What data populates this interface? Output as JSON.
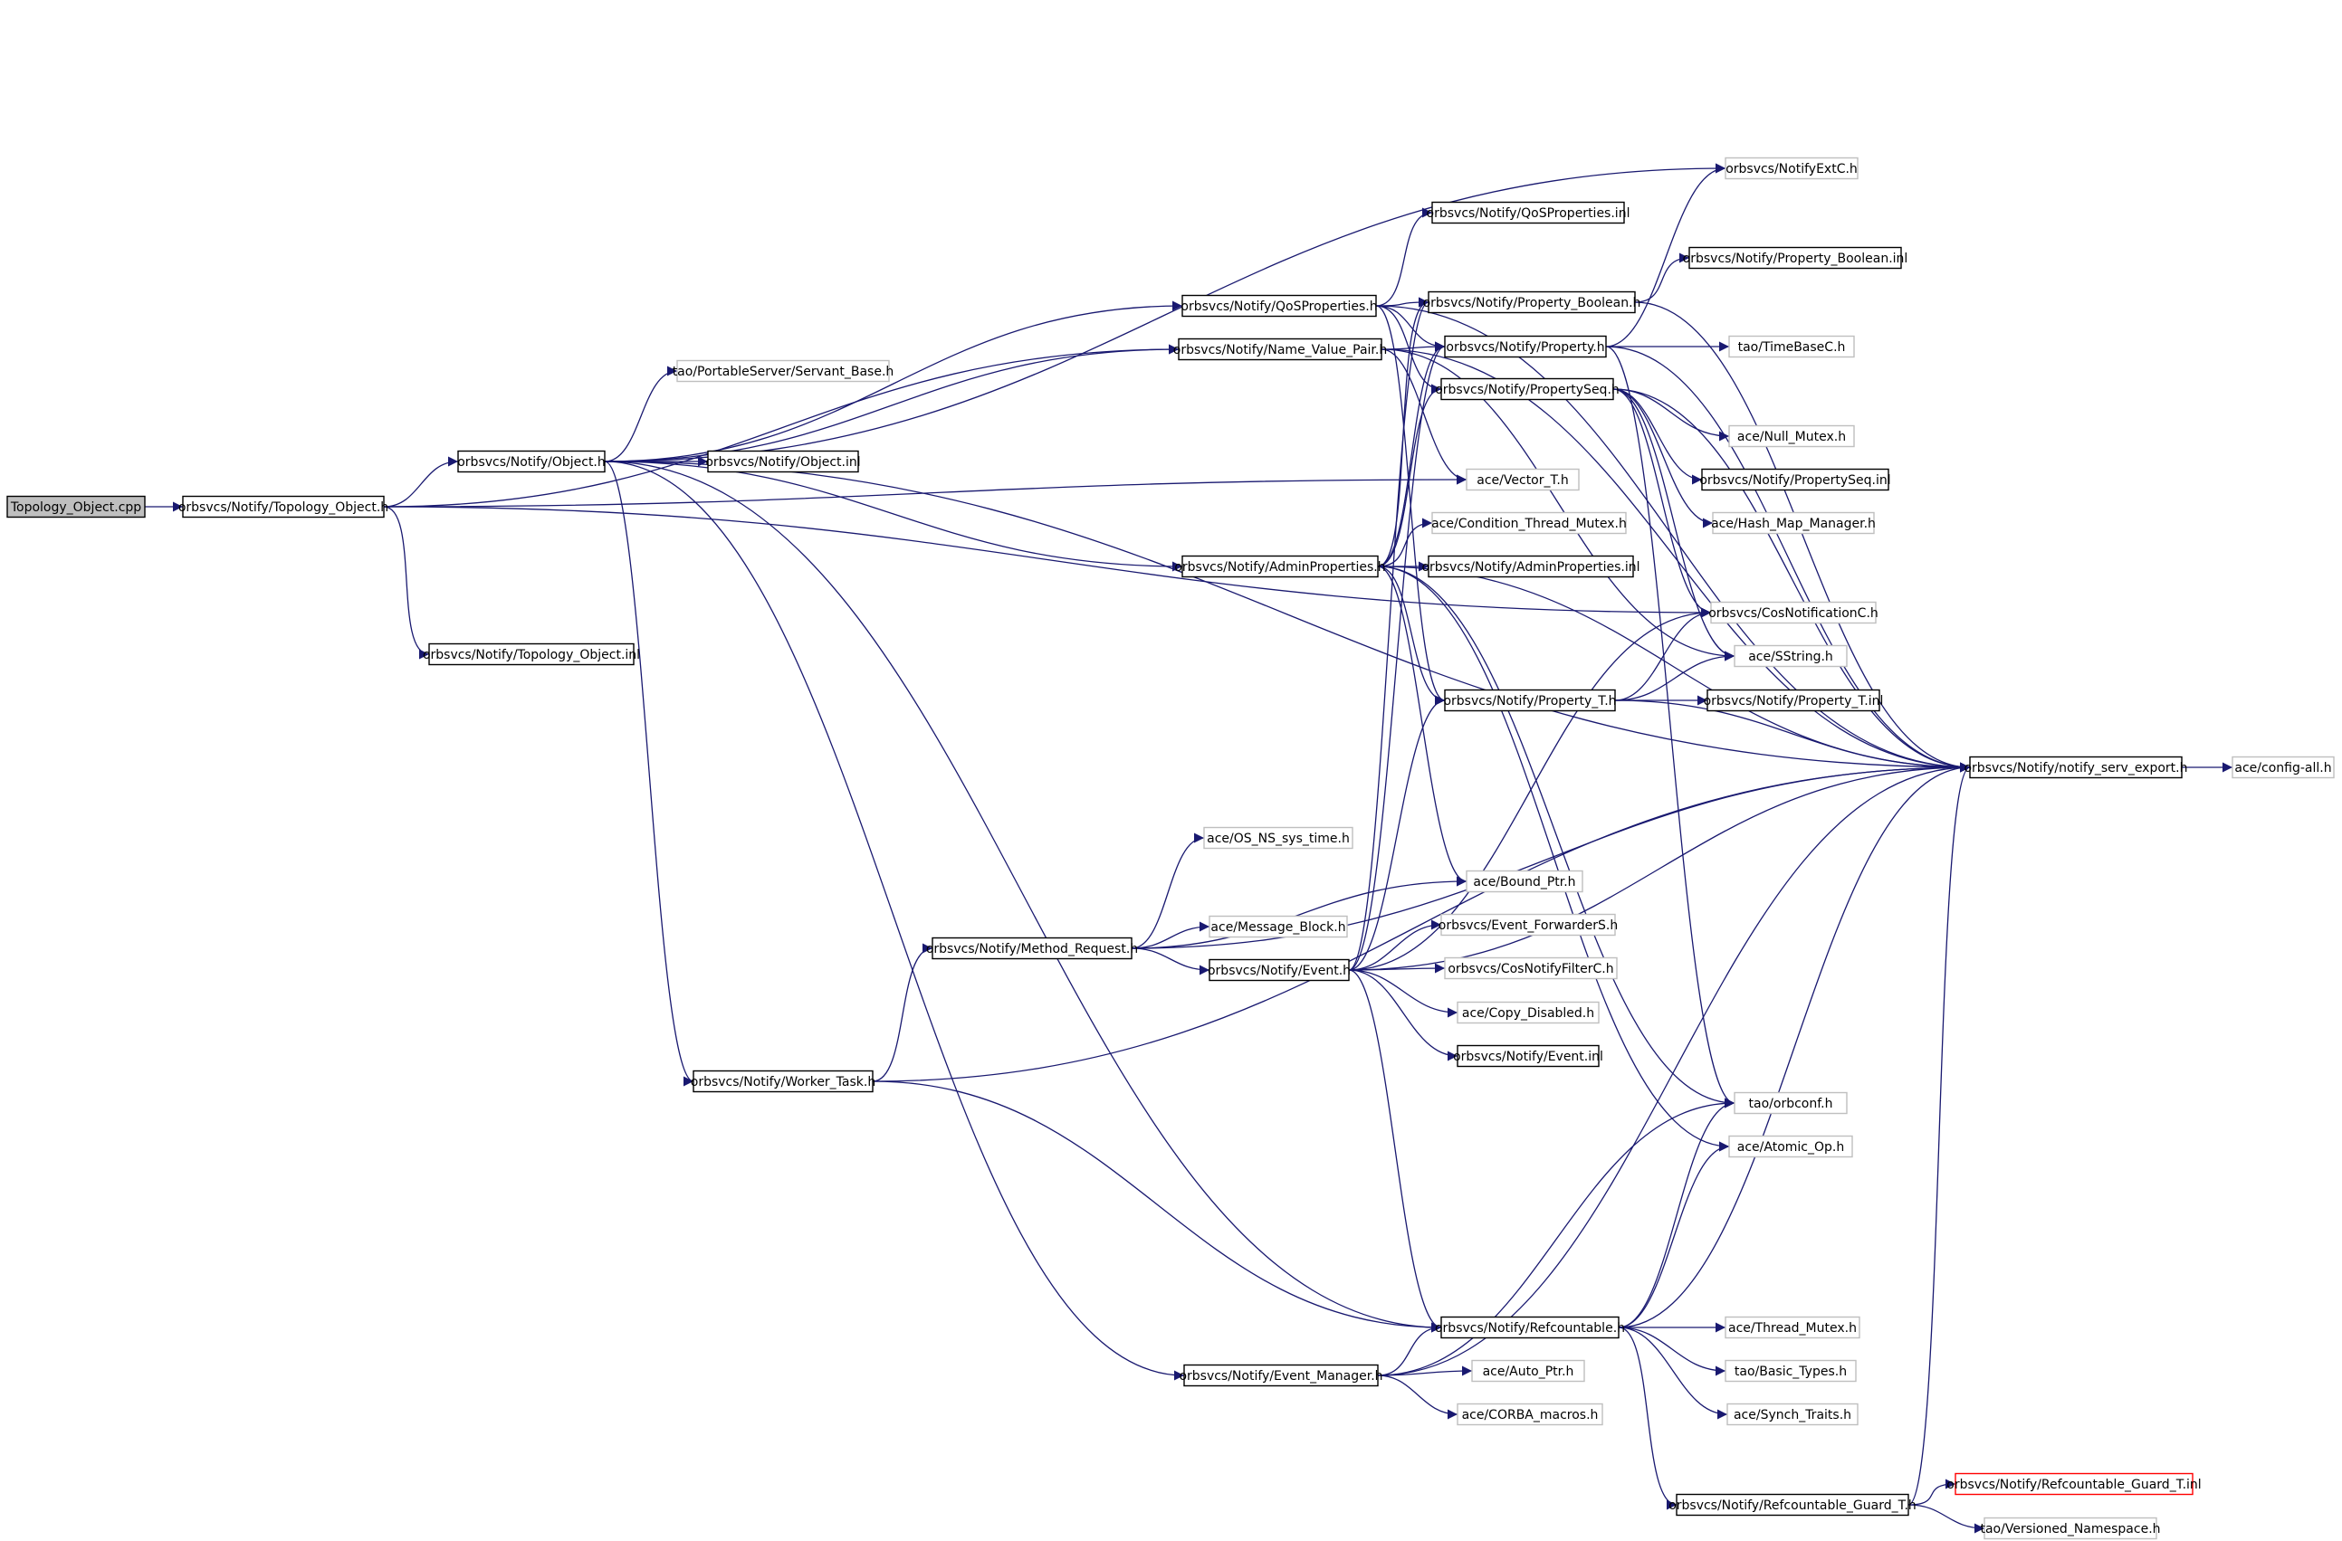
{
  "diagram": {
    "type": "include-dependency-graph",
    "colors": {
      "edge": "#191970",
      "root_fill": "#bfbfbf",
      "documented_border": "#000000",
      "external_border": "#bfbfbf",
      "truncated_border": "#ff0000"
    },
    "nodes": [
      {
        "id": "topology_object_cpp",
        "label": "Topology_Object.cpp",
        "kind": "root"
      },
      {
        "id": "topology_object_h",
        "label": "orbsvcs/Notify/Topology_Object.h",
        "kind": "doc"
      },
      {
        "id": "object_h",
        "label": "orbsvcs/Notify/Object.h",
        "kind": "doc"
      },
      {
        "id": "topology_object_inl",
        "label": "orbsvcs/Notify/Topology_Object.inl",
        "kind": "doc"
      },
      {
        "id": "servant_base_h",
        "label": "tao/PortableServer/Servant_Base.h",
        "kind": "ext"
      },
      {
        "id": "object_inl",
        "label": "orbsvcs/Notify/Object.inl",
        "kind": "doc"
      },
      {
        "id": "qos_properties_h",
        "label": "orbsvcs/Notify/QoSProperties.h",
        "kind": "doc"
      },
      {
        "id": "name_value_pair_h",
        "label": "orbsvcs/Notify/Name_Value_Pair.h",
        "kind": "doc"
      },
      {
        "id": "admin_properties_h",
        "label": "orbsvcs/Notify/AdminProperties.h",
        "kind": "doc"
      },
      {
        "id": "worker_task_h",
        "label": "orbsvcs/Notify/Worker_Task.h",
        "kind": "doc"
      },
      {
        "id": "method_request_h",
        "label": "orbsvcs/Notify/Method_Request.h",
        "kind": "doc"
      },
      {
        "id": "event_manager_h",
        "label": "orbsvcs/Notify/Event_Manager.h",
        "kind": "doc"
      },
      {
        "id": "notify_ext_c_h",
        "label": "orbsvcs/NotifyExtC.h",
        "kind": "ext"
      },
      {
        "id": "qos_properties_inl",
        "label": "orbsvcs/Notify/QoSProperties.inl",
        "kind": "doc"
      },
      {
        "id": "property_boolean_inl",
        "label": "orbsvcs/Notify/Property_Boolean.inl",
        "kind": "doc"
      },
      {
        "id": "property_boolean_h",
        "label": "orbsvcs/Notify/Property_Boolean.h",
        "kind": "doc"
      },
      {
        "id": "property_h",
        "label": "orbsvcs/Notify/Property.h",
        "kind": "doc"
      },
      {
        "id": "property_seq_h",
        "label": "orbsvcs/Notify/PropertySeq.h",
        "kind": "doc"
      },
      {
        "id": "time_base_c_h",
        "label": "tao/TimeBaseC.h",
        "kind": "ext"
      },
      {
        "id": "null_mutex_h",
        "label": "ace/Null_Mutex.h",
        "kind": "ext"
      },
      {
        "id": "property_seq_inl",
        "label": "orbsvcs/Notify/PropertySeq.inl",
        "kind": "doc"
      },
      {
        "id": "vector_t_h",
        "label": "ace/Vector_T.h",
        "kind": "ext"
      },
      {
        "id": "hash_map_manager_h",
        "label": "ace/Hash_Map_Manager.h",
        "kind": "ext"
      },
      {
        "id": "condition_thread_mutex_h",
        "label": "ace/Condition_Thread_Mutex.h",
        "kind": "ext"
      },
      {
        "id": "admin_properties_inl",
        "label": "orbsvcs/Notify/AdminProperties.inl",
        "kind": "doc"
      },
      {
        "id": "cos_notification_c_h",
        "label": "orbsvcs/CosNotificationC.h",
        "kind": "ext"
      },
      {
        "id": "sstring_h",
        "label": "ace/SString.h",
        "kind": "ext"
      },
      {
        "id": "property_t_h",
        "label": "orbsvcs/Notify/Property_T.h",
        "kind": "doc"
      },
      {
        "id": "property_t_inl",
        "label": "orbsvcs/Notify/Property_T.inl",
        "kind": "doc"
      },
      {
        "id": "notify_serv_export_h",
        "label": "orbsvcs/Notify/notify_serv_export.h",
        "kind": "doc"
      },
      {
        "id": "config_all_h",
        "label": "ace/config-all.h",
        "kind": "ext"
      },
      {
        "id": "os_ns_sys_time_h",
        "label": "ace/OS_NS_sys_time.h",
        "kind": "ext"
      },
      {
        "id": "bound_ptr_h",
        "label": "ace/Bound_Ptr.h",
        "kind": "ext"
      },
      {
        "id": "message_block_h",
        "label": "ace/Message_Block.h",
        "kind": "ext"
      },
      {
        "id": "event_forwarder_s_h",
        "label": "orbsvcs/Event_ForwarderS.h",
        "kind": "ext"
      },
      {
        "id": "event_h",
        "label": "orbsvcs/Notify/Event.h",
        "kind": "doc"
      },
      {
        "id": "cos_notify_filter_c_h",
        "label": "orbsvcs/CosNotifyFilterC.h",
        "kind": "ext"
      },
      {
        "id": "copy_disabled_h",
        "label": "ace/Copy_Disabled.h",
        "kind": "ext"
      },
      {
        "id": "event_inl",
        "label": "orbsvcs/Notify/Event.inl",
        "kind": "doc"
      },
      {
        "id": "orbconf_h",
        "label": "tao/orbconf.h",
        "kind": "ext"
      },
      {
        "id": "atomic_op_h",
        "label": "ace/Atomic_Op.h",
        "kind": "ext"
      },
      {
        "id": "refcountable_h",
        "label": "orbsvcs/Notify/Refcountable.h",
        "kind": "doc"
      },
      {
        "id": "thread_mutex_h",
        "label": "ace/Thread_Mutex.h",
        "kind": "ext"
      },
      {
        "id": "auto_ptr_h",
        "label": "ace/Auto_Ptr.h",
        "kind": "ext"
      },
      {
        "id": "basic_types_h",
        "label": "tao/Basic_Types.h",
        "kind": "ext"
      },
      {
        "id": "corba_macros_h",
        "label": "ace/CORBA_macros.h",
        "kind": "ext"
      },
      {
        "id": "synch_traits_h",
        "label": "ace/Synch_Traits.h",
        "kind": "ext"
      },
      {
        "id": "refcountable_guard_t_inl",
        "label": "orbsvcs/Notify/Refcountable_Guard_T.inl",
        "kind": "trunc"
      },
      {
        "id": "refcountable_guard_t_h",
        "label": "orbsvcs/Notify/Refcountable_Guard_T.h",
        "kind": "doc"
      },
      {
        "id": "versioned_namespace_h",
        "label": "tao/Versioned_Namespace.h",
        "kind": "ext"
      }
    ],
    "edges": [
      [
        "topology_object_cpp",
        "topology_object_h"
      ],
      [
        "topology_object_h",
        "object_h"
      ],
      [
        "topology_object_h",
        "topology_object_inl"
      ],
      [
        "topology_object_h",
        "name_value_pair_h"
      ],
      [
        "topology_object_h",
        "vector_t_h"
      ],
      [
        "topology_object_h",
        "cos_notification_c_h"
      ],
      [
        "object_h",
        "servant_base_h"
      ],
      [
        "object_h",
        "object_inl"
      ],
      [
        "object_h",
        "qos_properties_h"
      ],
      [
        "object_h",
        "name_value_pair_h"
      ],
      [
        "object_h",
        "admin_properties_h"
      ],
      [
        "object_h",
        "notify_ext_c_h"
      ],
      [
        "object_h",
        "notify_serv_export_h"
      ],
      [
        "object_h",
        "worker_task_h"
      ],
      [
        "object_h",
        "event_manager_h"
      ],
      [
        "object_h",
        "refcountable_h"
      ],
      [
        "qos_properties_h",
        "qos_properties_inl"
      ],
      [
        "qos_properties_h",
        "property_boolean_h"
      ],
      [
        "qos_properties_h",
        "property_h"
      ],
      [
        "qos_properties_h",
        "property_seq_h"
      ],
      [
        "qos_properties_h",
        "property_t_h"
      ],
      [
        "qos_properties_h",
        "notify_serv_export_h"
      ],
      [
        "name_value_pair_h",
        "property_h"
      ],
      [
        "name_value_pair_h",
        "vector_t_h"
      ],
      [
        "name_value_pair_h",
        "sstring_h"
      ],
      [
        "name_value_pair_h",
        "notify_serv_export_h"
      ],
      [
        "admin_properties_h",
        "admin_properties_inl"
      ],
      [
        "admin_properties_h",
        "condition_thread_mutex_h"
      ],
      [
        "admin_properties_h",
        "property_boolean_h"
      ],
      [
        "admin_properties_h",
        "property_h"
      ],
      [
        "admin_properties_h",
        "property_seq_h"
      ],
      [
        "admin_properties_h",
        "property_t_h"
      ],
      [
        "admin_properties_h",
        "notify_serv_export_h"
      ],
      [
        "admin_properties_h",
        "bound_ptr_h"
      ],
      [
        "admin_properties_h",
        "atomic_op_h"
      ],
      [
        "admin_properties_h",
        "orbconf_h"
      ],
      [
        "property_boolean_h",
        "property_boolean_inl"
      ],
      [
        "property_boolean_h",
        "notify_serv_export_h"
      ],
      [
        "property_h",
        "notify_ext_c_h"
      ],
      [
        "property_h",
        "time_base_c_h"
      ],
      [
        "property_h",
        "notify_serv_export_h"
      ],
      [
        "property_h",
        "orbconf_h"
      ],
      [
        "property_seq_h",
        "null_mutex_h"
      ],
      [
        "property_seq_h",
        "property_seq_inl"
      ],
      [
        "property_seq_h",
        "hash_map_manager_h"
      ],
      [
        "property_seq_h",
        "cos_notification_c_h"
      ],
      [
        "property_seq_h",
        "sstring_h"
      ],
      [
        "property_seq_h",
        "notify_serv_export_h"
      ],
      [
        "property_t_h",
        "property_t_inl"
      ],
      [
        "property_t_h",
        "cos_notification_c_h"
      ],
      [
        "property_t_h",
        "sstring_h"
      ],
      [
        "property_t_h",
        "notify_serv_export_h"
      ],
      [
        "notify_serv_export_h",
        "config_all_h"
      ],
      [
        "worker_task_h",
        "method_request_h"
      ],
      [
        "worker_task_h",
        "refcountable_h"
      ],
      [
        "worker_task_h",
        "notify_serv_export_h"
      ],
      [
        "method_request_h",
        "os_ns_sys_time_h"
      ],
      [
        "method_request_h",
        "bound_ptr_h"
      ],
      [
        "method_request_h",
        "message_block_h"
      ],
      [
        "method_request_h",
        "event_h"
      ],
      [
        "method_request_h",
        "notify_serv_export_h"
      ],
      [
        "event_h",
        "event_forwarder_s_h"
      ],
      [
        "event_h",
        "cos_notify_filter_c_h"
      ],
      [
        "event_h",
        "copy_disabled_h"
      ],
      [
        "event_h",
        "event_inl"
      ],
      [
        "event_h",
        "property_h"
      ],
      [
        "event_h",
        "property_boolean_h"
      ],
      [
        "event_h",
        "property_t_h"
      ],
      [
        "event_h",
        "cos_notification_c_h"
      ],
      [
        "event_h",
        "refcountable_h"
      ],
      [
        "event_h",
        "notify_serv_export_h"
      ],
      [
        "event_manager_h",
        "refcountable_h"
      ],
      [
        "event_manager_h",
        "auto_ptr_h"
      ],
      [
        "event_manager_h",
        "corba_macros_h"
      ],
      [
        "event_manager_h",
        "orbconf_h"
      ],
      [
        "event_manager_h",
        "notify_serv_export_h"
      ],
      [
        "refcountable_h",
        "thread_mutex_h"
      ],
      [
        "refcountable_h",
        "basic_types_h"
      ],
      [
        "refcountable_h",
        "synch_traits_h"
      ],
      [
        "refcountable_h",
        "refcountable_guard_t_h"
      ],
      [
        "refcountable_h",
        "orbconf_h"
      ],
      [
        "refcountable_h",
        "atomic_op_h"
      ],
      [
        "refcountable_h",
        "notify_serv_export_h"
      ],
      [
        "refcountable_guard_t_h",
        "refcountable_guard_t_inl"
      ],
      [
        "refcountable_guard_t_h",
        "versioned_namespace_h"
      ],
      [
        "refcountable_guard_t_h",
        "notify_serv_export_h"
      ]
    ]
  }
}
